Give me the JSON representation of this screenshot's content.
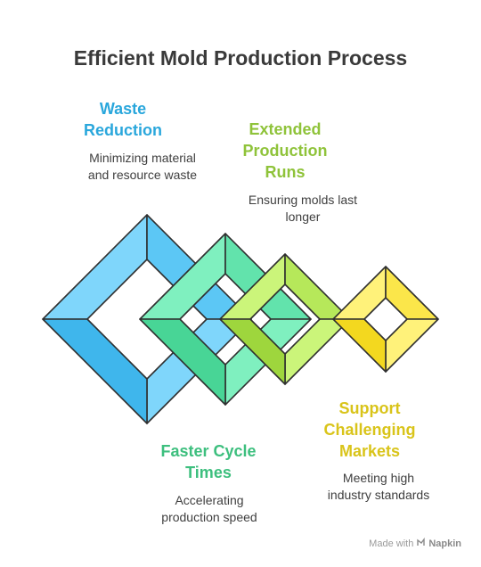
{
  "title": "Efficient Mold Production Process",
  "items": [
    {
      "title": "Waste\nReduction",
      "desc": "Minimizing material\nand resource waste",
      "color": "#2aa7dc"
    },
    {
      "title": "Extended\nProduction\nRuns",
      "desc": "Ensuring molds last\nlonger",
      "color": "#8fc33a"
    },
    {
      "title": "Faster Cycle\nTimes",
      "desc": "Accelerating\nproduction speed",
      "color": "#3dbf7e"
    },
    {
      "title": "Support\nChallenging\nMarkets",
      "desc": "Meeting high\nindustry standards",
      "color": "#d9c41a"
    }
  ],
  "shapes": [
    {
      "name": "waste-reduction",
      "light": "#7fd6fb",
      "mid": "#5cc7f5",
      "dark": "#3fb6ec"
    },
    {
      "name": "faster-cycle-times",
      "light": "#7ff0bf",
      "mid": "#62e3ac",
      "dark": "#48d596"
    },
    {
      "name": "extended-production-runs",
      "light": "#cbf57a",
      "mid": "#b6e85a",
      "dark": "#9ed63d"
    },
    {
      "name": "support-challenging-markets",
      "light": "#fff27a",
      "mid": "#fbe64a",
      "dark": "#f3d81f"
    }
  ],
  "footer": {
    "made_with": "Made with",
    "brand": "Napkin"
  }
}
